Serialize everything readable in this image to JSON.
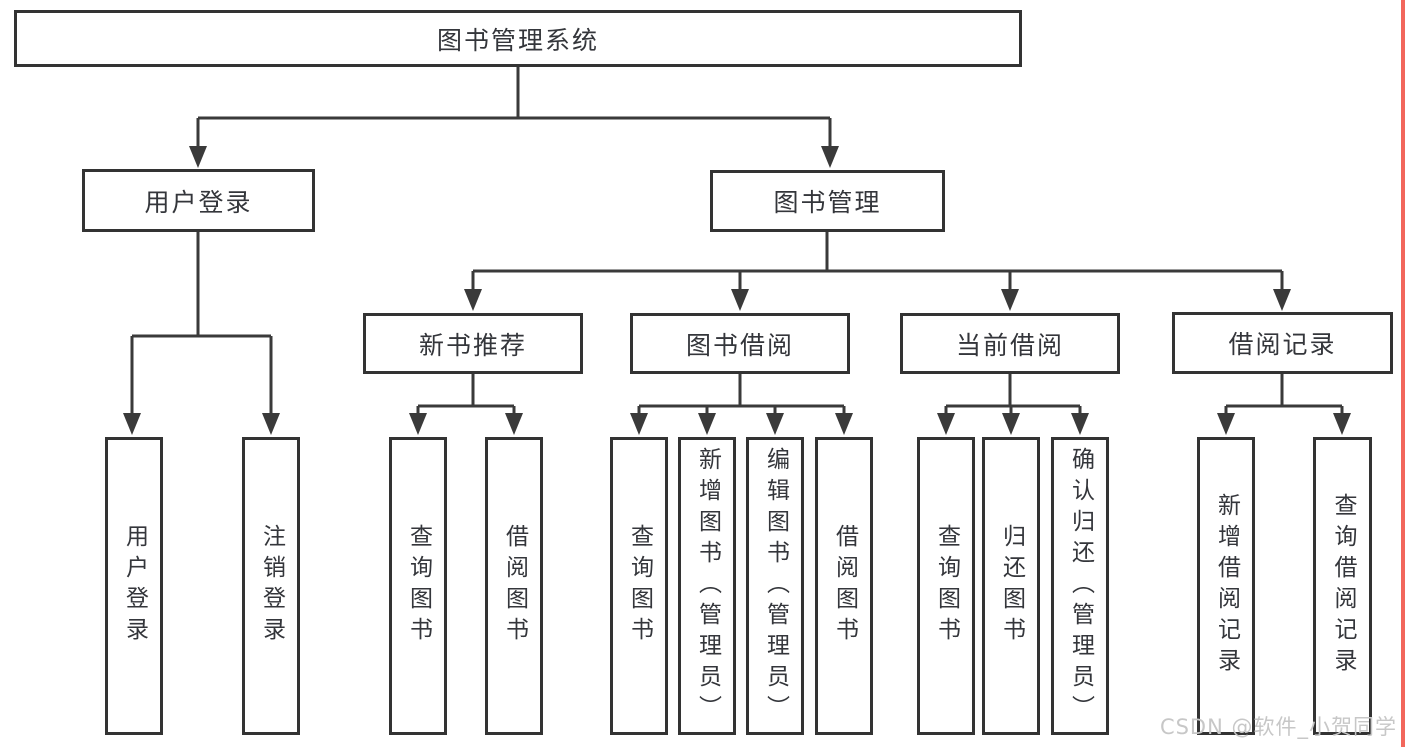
{
  "nodes": {
    "root": {
      "label": "图书管理系统"
    },
    "user_login": {
      "label": "用户登录"
    },
    "book_mgmt": {
      "label": "图书管理"
    },
    "new_book_rec": {
      "label": "新书推荐"
    },
    "book_borrow": {
      "label": "图书借阅"
    },
    "current_borrow": {
      "label": "当前借阅"
    },
    "borrow_record": {
      "label": "借阅记录"
    },
    "leaf_user_login": {
      "label": "用户登录"
    },
    "leaf_logout": {
      "label": "注销登录"
    },
    "leaf_query_book_1": {
      "label": "查询图书"
    },
    "leaf_borrow_book_1": {
      "label": "借阅图书"
    },
    "leaf_query_book_2": {
      "label": "查询图书"
    },
    "leaf_add_book": {
      "label": "新增图书（管理员）"
    },
    "leaf_edit_book": {
      "label": "编辑图书（管理员）"
    },
    "leaf_borrow_book_2": {
      "label": "借阅图书"
    },
    "leaf_query_book_3": {
      "label": "查询图书"
    },
    "leaf_return_book": {
      "label": "归还图书"
    },
    "leaf_confirm_return": {
      "label": "确认归还（管理员）"
    },
    "leaf_add_record": {
      "label": "新增借阅记录"
    },
    "leaf_query_record": {
      "label": "查询借阅记录"
    }
  },
  "hierarchy": {
    "图书管理系统": {
      "用户登录": [
        "用户登录",
        "注销登录"
      ],
      "图书管理": {
        "新书推荐": [
          "查询图书",
          "借阅图书"
        ],
        "图书借阅": [
          "查询图书",
          "新增图书（管理员）",
          "编辑图书（管理员）",
          "借阅图书"
        ],
        "当前借阅": [
          "查询图书",
          "归还图书",
          "确认归还（管理员）"
        ],
        "借阅记录": [
          "新增借阅记录",
          "查询借阅记录"
        ]
      }
    }
  },
  "watermark": {
    "text": "CSDN @软件_小贺同学"
  },
  "colors": {
    "background": "#ffffff",
    "line": "#3a3a3a",
    "box_border": "#333333",
    "text": "#34363b",
    "watermark": "#c7c7c7",
    "edge_strip": "#f2675c"
  }
}
